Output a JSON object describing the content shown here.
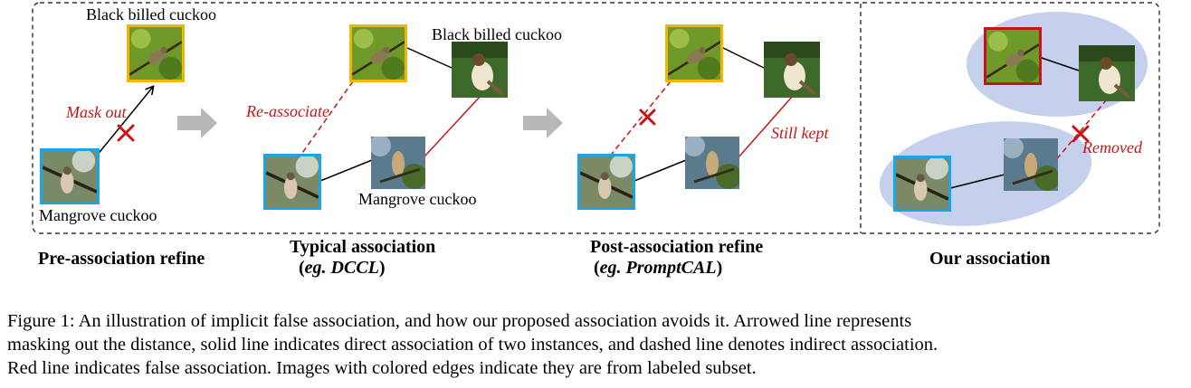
{
  "labels": {
    "black_billed": "Black billed cuckoo",
    "mangrove": "Mangrove cuckoo",
    "mask_out": "Mask out",
    "re_associate": "Re-associate",
    "still_kept": "Still kept",
    "removed": "Removed"
  },
  "panels": {
    "pre": "Pre-association refine",
    "typical": "Typical association",
    "typical_paren_open": "(",
    "typical_eg": "eg. DCCL",
    "typical_paren_close": ")",
    "post": "Post-association refine",
    "post_paren_open": "(",
    "post_eg": "eg. PromptCAL",
    "post_paren_close": ")",
    "ours": "Our association"
  },
  "caption": {
    "line1": "Figure 1: An illustration of implicit false association, and how our proposed association avoids it. Arrowed line represents",
    "line2": "masking out the distance, solid line indicates direct association of two instances, and dashed line denotes indirect association.",
    "line3": "Red line indicates false association. Images with colored edges indicate they are from labeled subset."
  },
  "colors": {
    "labeled_yellow": "#f5b400",
    "labeled_cyan": "#1aa6e6",
    "false_red": "#c81414",
    "cluster_blue": "#c5d0ec",
    "arrow_gray": "#b8b8b8"
  },
  "icons": [
    "bird-photo",
    "cross-mark-icon",
    "arrow-right-icon"
  ]
}
